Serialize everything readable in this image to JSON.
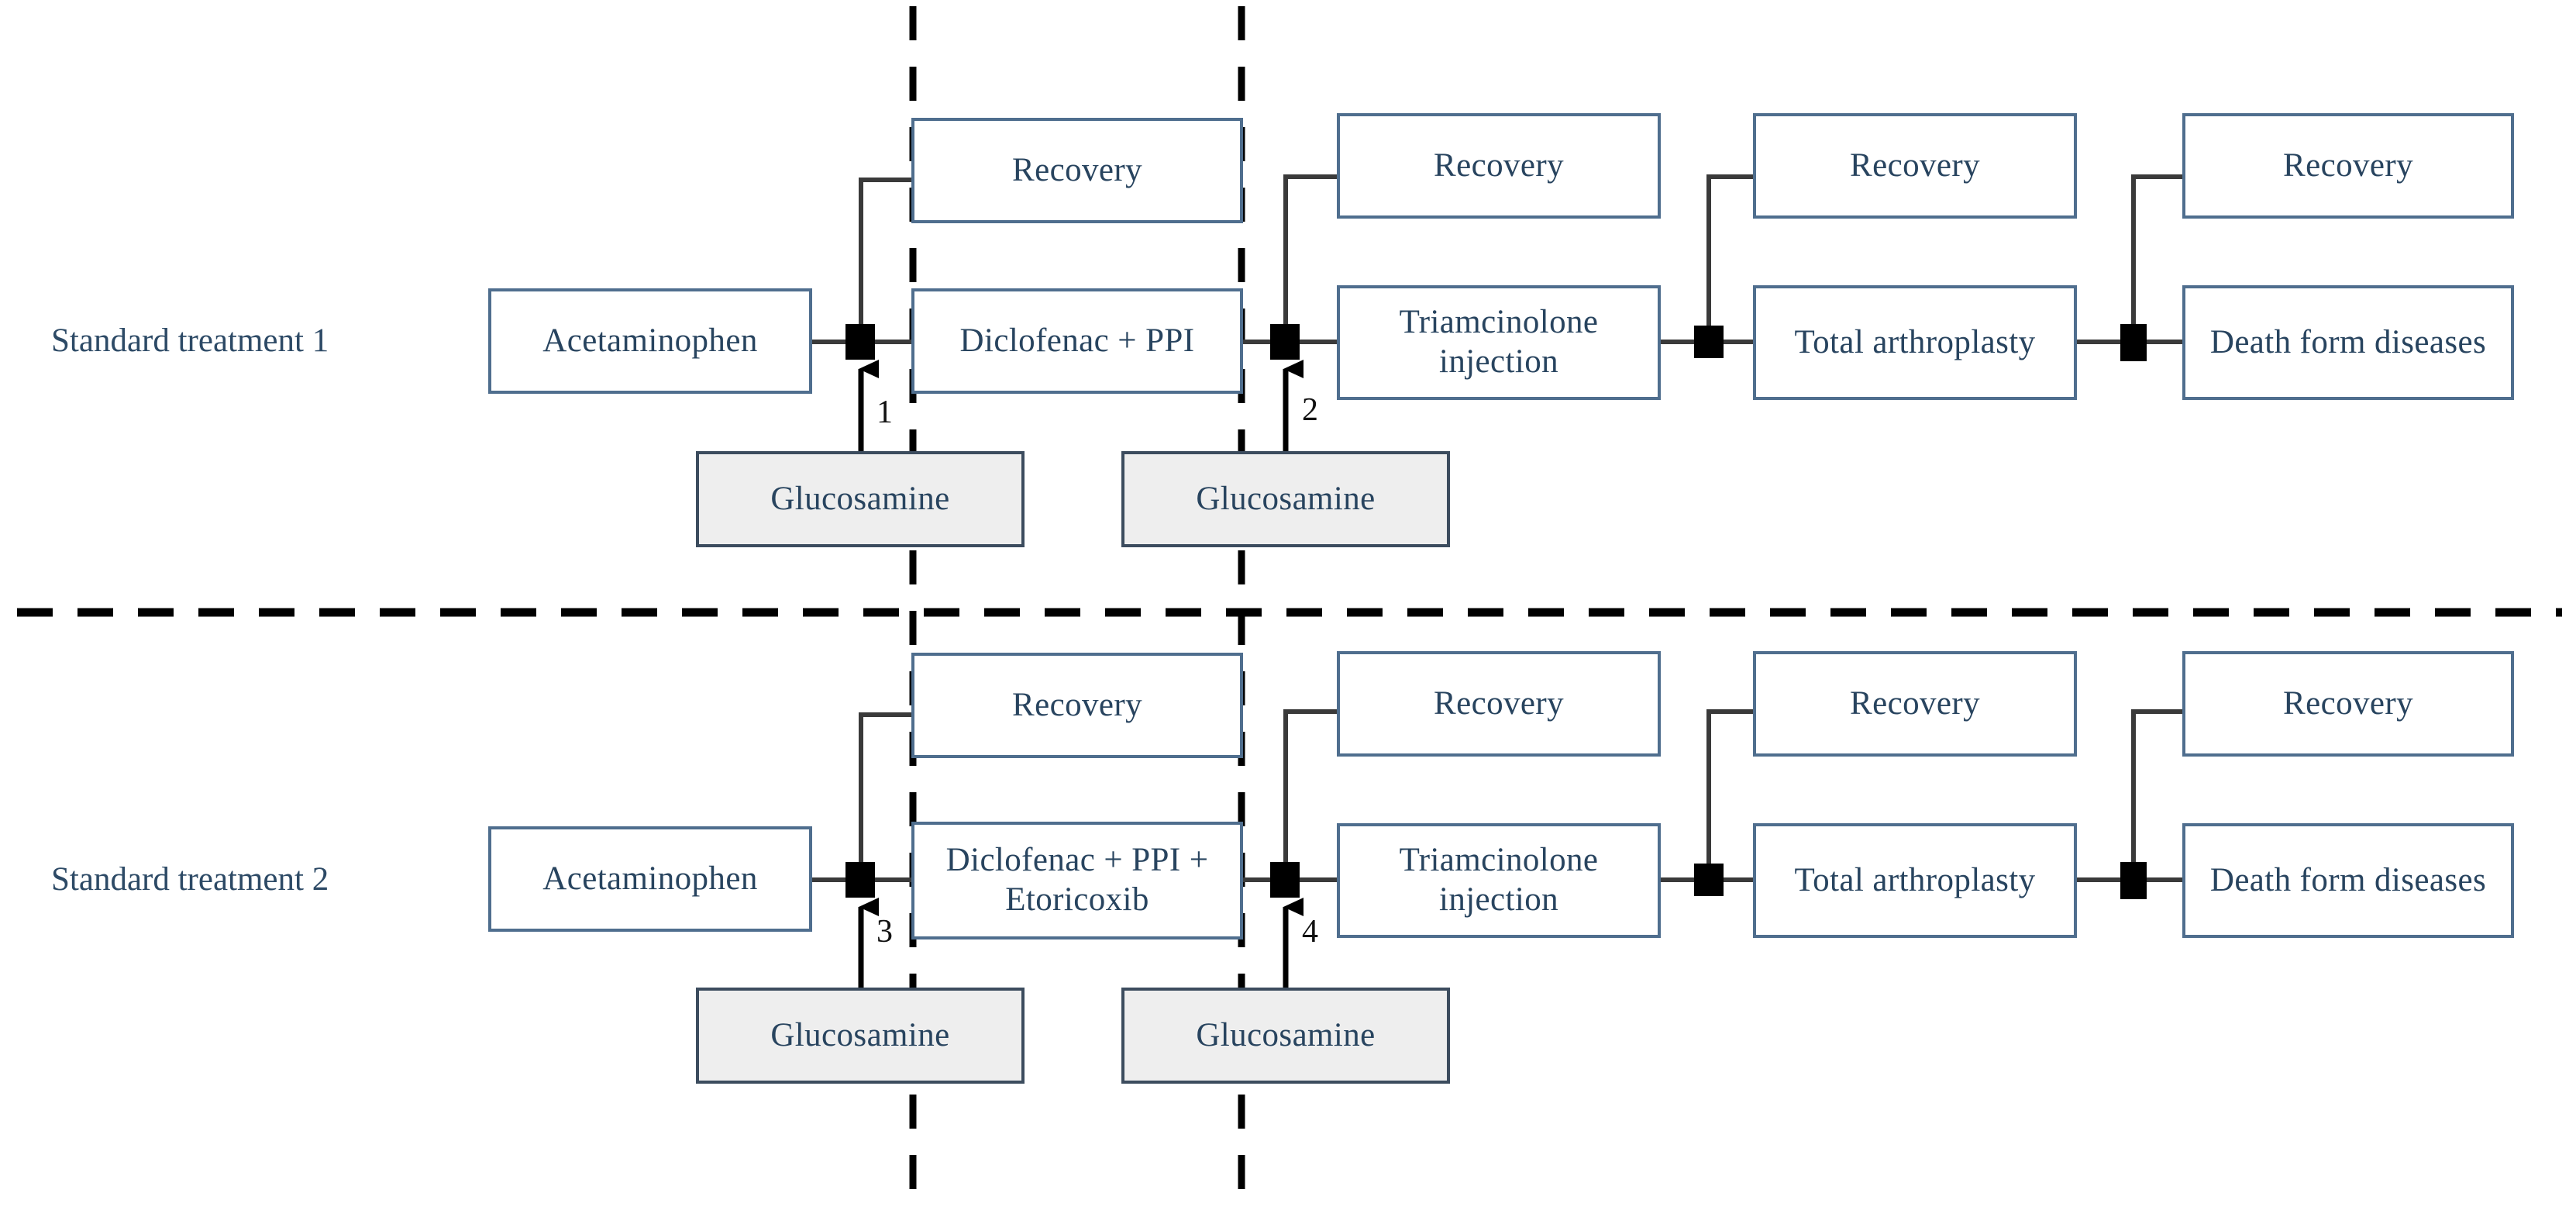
{
  "figure": {
    "type": "clinical-treatment-pathway-diagram",
    "palette": {
      "box_border": "#4f6e8e",
      "box_text": "#28445f",
      "adjunct_fill": "#eeeeee",
      "adjunct_border": "#3c4c5e",
      "connector": "#3a3a3a",
      "junction": "#000000",
      "divider": "#000000",
      "background": "#ffffff"
    }
  },
  "rows": [
    {
      "title": "Standard treatment 1",
      "nodes": {
        "first_line": "Acetaminophen",
        "second_line": "Diclofenac + PPI",
        "third_line": "Triamcinolone injection",
        "fourth_line": "Total arthroplasty",
        "terminal": "Death form diseases",
        "recovery_1": "Recovery",
        "recovery_2": "Recovery",
        "recovery_3": "Recovery",
        "recovery_4": "Recovery",
        "adjunct_1": "Glucosamine",
        "adjunct_2": "Glucosamine"
      },
      "edge_numbers": [
        "1",
        "2"
      ]
    },
    {
      "title": "Standard treatment 2",
      "nodes": {
        "first_line": "Acetaminophen",
        "second_line": "Diclofenac + PPI + Etoricoxib",
        "third_line": "Triamcinolone injection",
        "fourth_line": "Total arthroplasty",
        "terminal": "Death form diseases",
        "recovery_1": "Recovery",
        "recovery_2": "Recovery",
        "recovery_3": "Recovery",
        "recovery_4": "Recovery",
        "adjunct_1": "Glucosamine",
        "adjunct_2": "Glucosamine"
      },
      "edge_numbers": [
        "3",
        "4"
      ]
    }
  ],
  "dividers": {
    "horizontal": "row-separator-dashed",
    "vertical_left": "stage-boundary-dashed-left",
    "vertical_right": "stage-boundary-dashed-right"
  }
}
